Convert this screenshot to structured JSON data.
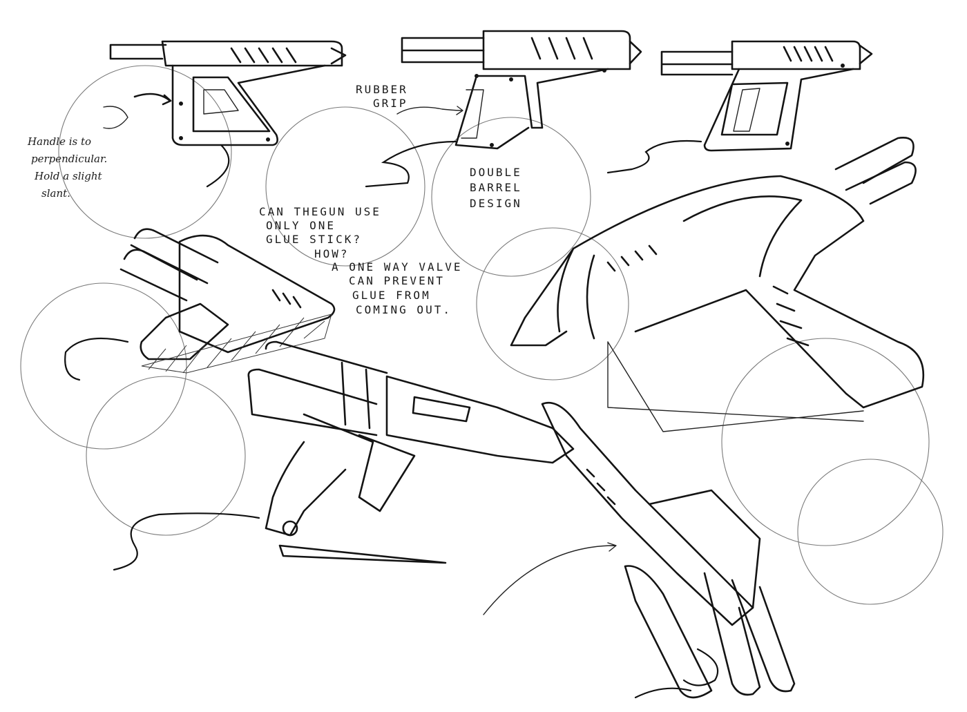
{
  "annotations": {
    "handle_note": [
      "Handle is to",
      "perpendicular.",
      "Hold a slight",
      "slant."
    ],
    "rubber_grip": [
      "RUBBER",
      "GRIP"
    ],
    "double_barrel": [
      "DOUBLE",
      "BARREL",
      "DESIGN"
    ],
    "question": [
      "CAN THEGUN USE",
      "ONLY ONE",
      "GLUE STICK?",
      "HOW?"
    ],
    "valve_note": [
      "A ONE WAY VALVE",
      "CAN PREVENT",
      "GLUE FROM",
      "COMING OUT."
    ]
  }
}
